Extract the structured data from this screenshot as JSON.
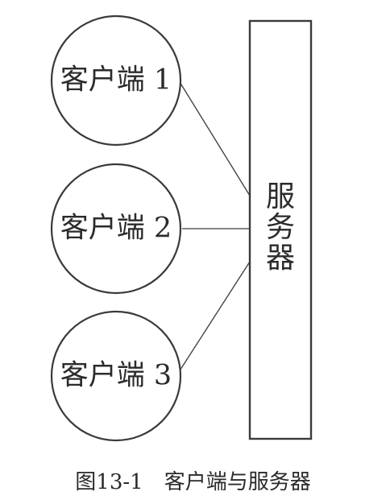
{
  "diagram": {
    "clients": [
      {
        "label": "客户端 1"
      },
      {
        "label": "客户端 2"
      },
      {
        "label": "客户端 3"
      }
    ],
    "server": {
      "label": "服务器",
      "chars": [
        "服",
        "务",
        "器"
      ]
    },
    "caption": "图13-1　客户端与服务器"
  }
}
